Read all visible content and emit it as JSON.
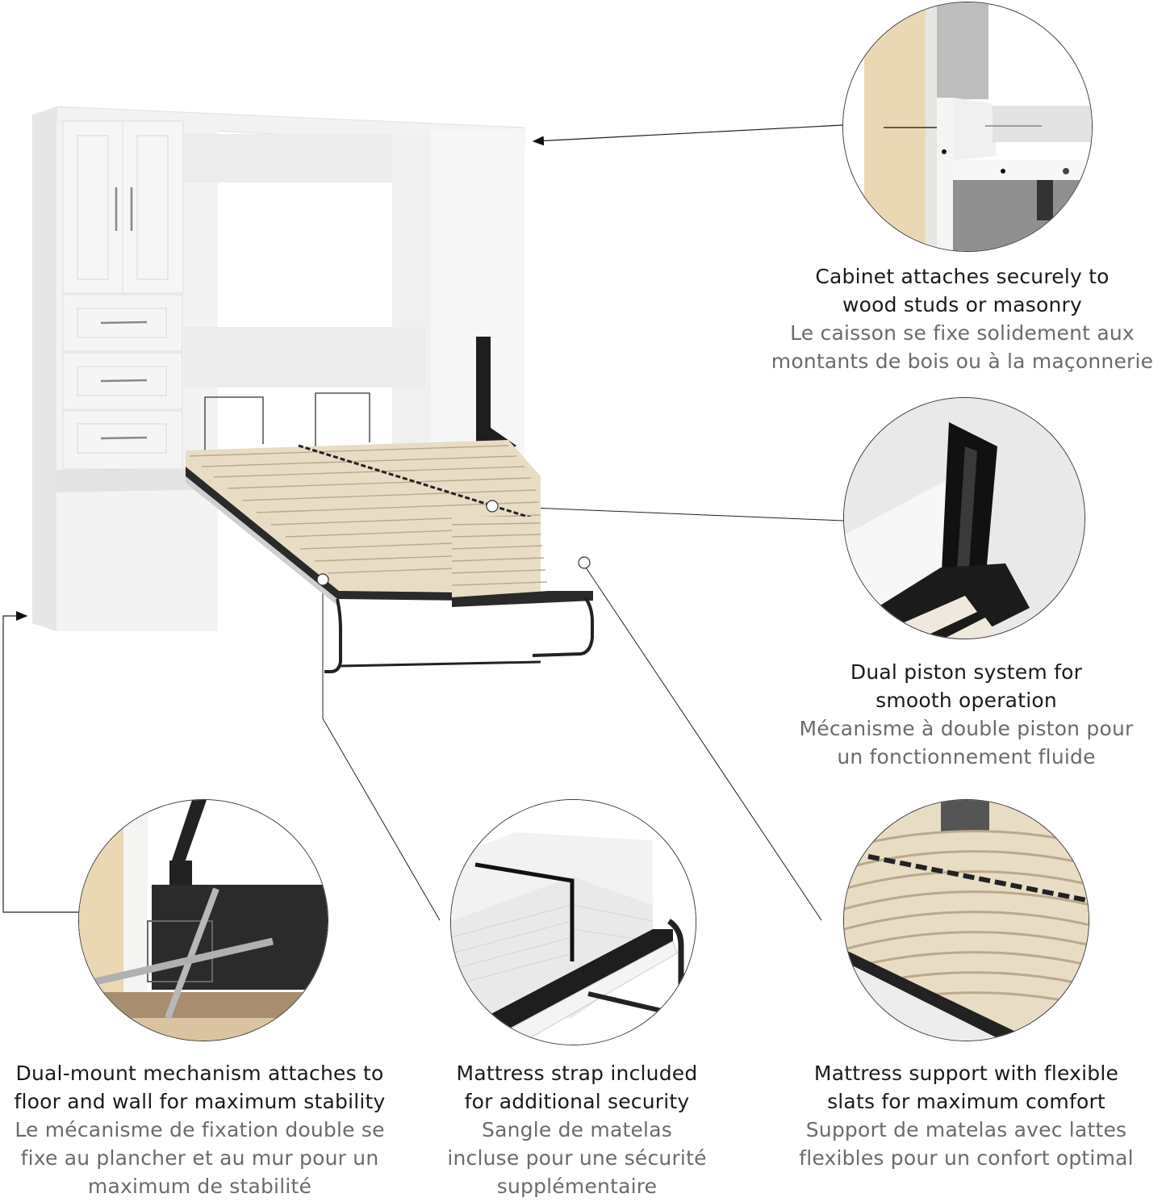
{
  "features": [
    {
      "id": "cabinet-attach",
      "icon": "wall-stud-screw-icon",
      "title_en": [
        "Cabinet attaches securely to",
        "wood studs or masonry"
      ],
      "title_fr": [
        "Le caisson se fixe solidement aux",
        "montants de bois ou à la maçonnerie"
      ]
    },
    {
      "id": "dual-piston",
      "icon": "piston-mechanism-icon",
      "title_en": [
        "Dual piston system for",
        "smooth operation"
      ],
      "title_fr": [
        "Mécanisme à double piston pour",
        "un fonctionnement fluide"
      ]
    },
    {
      "id": "dual-mount",
      "icon": "floor-wall-bolt-icon",
      "title_en": [
        "Dual-mount mechanism attaches to",
        "floor and wall for maximum stability"
      ],
      "title_fr": [
        "Le mécanisme de fixation double se",
        "fixe au plancher et au mur pour un",
        "maximum de stabilité"
      ]
    },
    {
      "id": "mattress-strap",
      "icon": "mattress-strap-icon",
      "title_en": [
        "Mattress strap included",
        "for additional security"
      ],
      "title_fr": [
        "Sangle de matelas",
        "incluse pour une sécurité",
        "supplémentaire"
      ]
    },
    {
      "id": "flexible-slats",
      "icon": "flexible-slats-icon",
      "title_en": [
        "Mattress support with flexible",
        "slats for maximum comfort"
      ],
      "title_fr": [
        "Support de matelas avec lattes",
        "flexibles pour un confort optimal"
      ]
    }
  ],
  "product": {
    "name": "murphy-bed-with-storage-cabinet",
    "cabinet_doors": 2,
    "cabinet_drawers": 3
  },
  "colors": {
    "text_primary": "#1a1a1a",
    "text_secondary": "#6b6b6b",
    "cabinet_white": "#f4f4f4",
    "metal_black": "#1e1e1e",
    "wood_slat": "#e9dcc4",
    "wood_stud": "#ead7b3"
  }
}
